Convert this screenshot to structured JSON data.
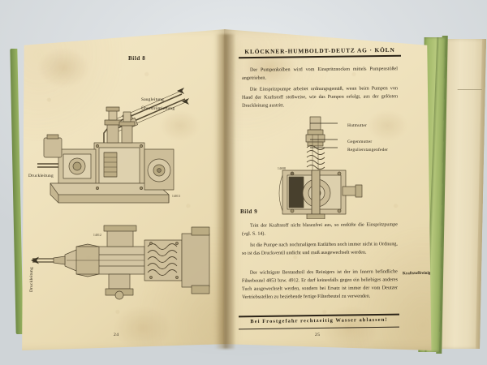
{
  "book": {
    "binding_color": "#a4bb6b",
    "page_color": "#efe2bd",
    "ink_color": "#2a2216",
    "backdrop_color": "#dfe3e6"
  },
  "left_page": {
    "folio": "24",
    "figures": [
      {
        "caption": "Bild 8",
        "name": "injection-pump-assembly",
        "labels": [
          {
            "text": "Saugleitung",
            "kind": "arrow-label"
          },
          {
            "text": "Überströmleitung",
            "kind": "arrow-label"
          },
          {
            "text": "Druckleitung",
            "kind": "arrow-label"
          }
        ],
        "plate_number": "14013"
      },
      {
        "caption": "",
        "name": "injector-nozzle-section",
        "labels": [
          {
            "text": "Druckleitung",
            "kind": "arrow-label-rotated"
          }
        ],
        "plate_number": "14012"
      }
    ]
  },
  "right_page": {
    "folio": "25",
    "header": "Klöckner-Humboldt-Deutz AG · Köln",
    "paragraphs": [
      "Der Pumpenkolben wird vom Einspritznocken mittels Pumpenstößel angetrieben.",
      "Die Einspritzpumpe arbeitet ordnungsgemäß, wenn beim Pumpen von Hand der Kraftstoff stoßweise, wie das Pumpen erfolgt, aus der gelösten Druckleitung austritt.",
      "Tritt der Kraftstoff nicht blasenfrei aus, so entlüfte die Einspritzpumpe (vgl. S. 14).",
      "Ist die Pumpe nach nochmaligem Entlüften noch immer nicht in Ordnung, so ist das Druckventil undicht und muß ausgewechselt werden.",
      "Der wichtigste Bestandteil des Reinigers ist der im Innern befindliche Filterbeutel 4853 bzw. 4912. Er darf keinesfalls gegen ein beliebiges anderes Tuch ausgewechselt werden, sondern bei Ersatz ist immer der vom Deutzer Vertriebsstellen zu beziehende fertige Filterbeutel zu verwenden."
    ],
    "figure": {
      "caption": "Bild 9",
      "name": "fuel-cleaner-section",
      "labels": [
        {
          "text": "Hutmutter",
          "kind": "arrow-label"
        },
        {
          "text": "Gegenmutter",
          "kind": "arrow-label"
        },
        {
          "text": "Regulierstangenfeder",
          "kind": "arrow-label"
        }
      ],
      "plate_number": "14698"
    },
    "margin_note": "Kraftstoffreiniger",
    "footer": "Bei Frostgefahr rechtzeitig Wasser ablassen!"
  }
}
